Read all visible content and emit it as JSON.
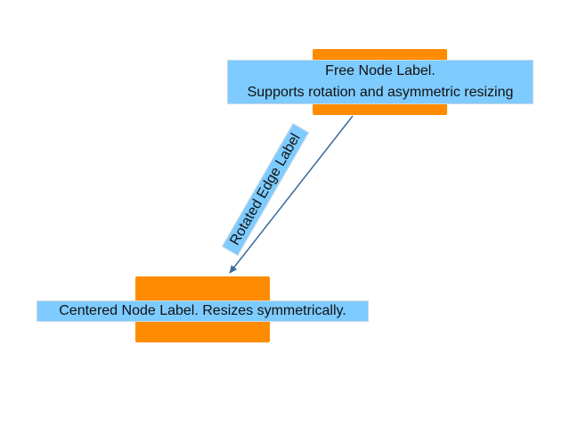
{
  "colors": {
    "node_fill": "#ff8c00",
    "label_fill": "#7ecbff",
    "edge_color": "#3b6a99",
    "background": "#ffffff"
  },
  "top_node": {
    "label_line1": "Free Node Label.",
    "label_line2": "Supports rotation and asymmetric resizing"
  },
  "bottom_node": {
    "label": "Centered Node Label. Resizes symmetrically."
  },
  "edge": {
    "label": "Rotated Edge Label"
  }
}
